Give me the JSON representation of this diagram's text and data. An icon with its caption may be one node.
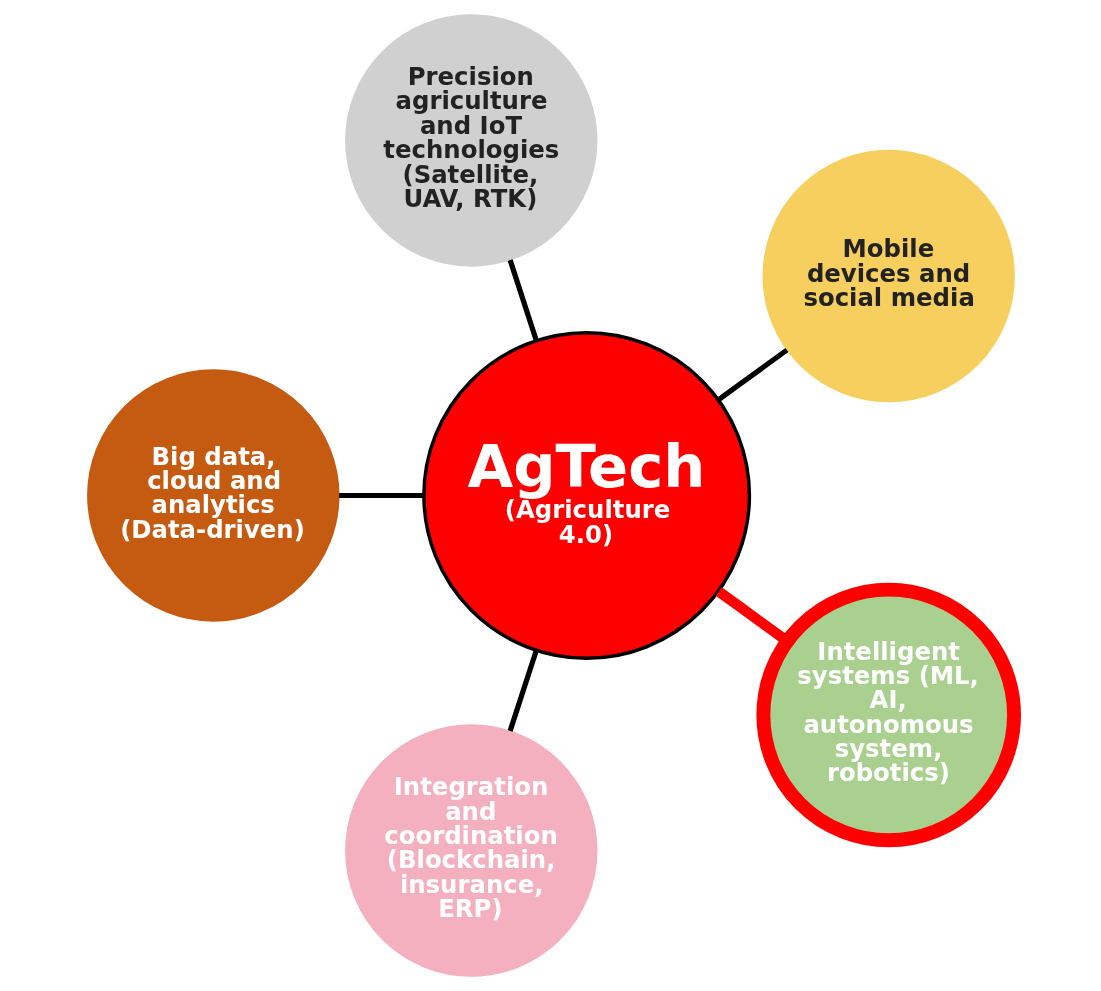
{
  "diagram": {
    "nodes": [
      {
        "text": [
          "AgTech",
          "(Agriculture 4.0)"
        ]
      },
      {
        "text": [
          "Mobile devices and social media"
        ]
      },
      {
        "text": [
          "Precision agriculture and IoT technologies (Satellite, UAV, RTK)"
        ]
      },
      {
        "text": [
          "Big data, cloud and analytics (Data-driven)"
        ]
      },
      {
        "text": [
          "Integration and coordination (Blockchain, insurance, ERP)"
        ]
      },
      {
        "text": [
          "Intelligent systems (ML, AI, autonomous system, robotics)"
        ]
      }
    ],
    "edges": [
      {
        "from": 0,
        "to": 1,
        "arrow": "none"
      },
      {
        "from": 0,
        "to": 2,
        "arrow": "none"
      },
      {
        "from": 0,
        "to": 3,
        "arrow": "none"
      },
      {
        "from": 0,
        "to": 4,
        "arrow": "none"
      },
      {
        "from": 0,
        "to": 5,
        "arrow": "none",
        "style": "thick",
        "color": "#ff0000"
      }
    ]
  }
}
